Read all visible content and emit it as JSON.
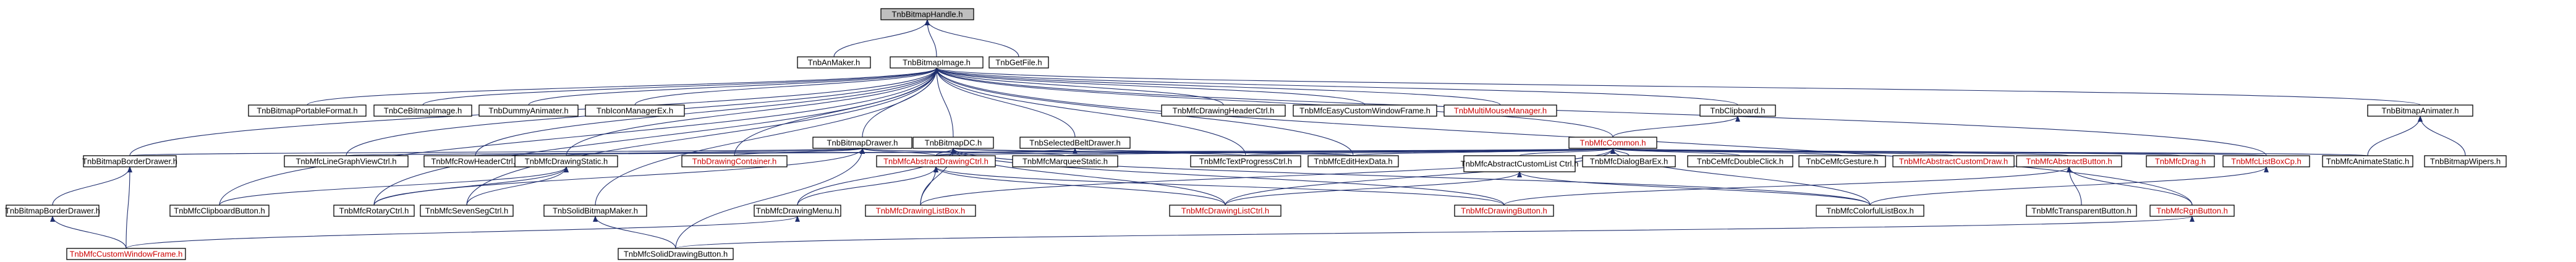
{
  "colors": {
    "edge": "#1f2e6e",
    "node_border": "#000000",
    "node_fill": "#ffffff",
    "root_fill": "#bfbfbf",
    "label_black": "#000000",
    "label_red": "#cc0000"
  },
  "nodes": [
    {
      "id": "n0",
      "label": "TnbBitmapHandle.h"
    },
    {
      "id": "n1",
      "label": "TnbAnMaker.h"
    },
    {
      "id": "n2",
      "label": "TnbBitmapImage.h"
    },
    {
      "id": "n3",
      "label": "TnbGetFile.h"
    },
    {
      "id": "n4",
      "label": "TnbBitmapPortableFormat.h"
    },
    {
      "id": "n5",
      "label": "TnbCeBitmapImage.h"
    },
    {
      "id": "n6",
      "label": "TnbDummyAnimater.h"
    },
    {
      "id": "n7",
      "label": "TnbIconManagerEx.h"
    },
    {
      "id": "n8",
      "label": "TnbMfcDrawingHeaderCtrl.h"
    },
    {
      "id": "n9",
      "label": "TnbMfcEasyCustomWindowFrame.h"
    },
    {
      "id": "n10",
      "label": "TnbMultiMouseManager.h"
    },
    {
      "id": "n11",
      "label": "TnbClipboard.h"
    },
    {
      "id": "n12",
      "label": "TnbBitmapAnimater.h"
    },
    {
      "id": "n13",
      "label": "TnbBitmapDrawer.h"
    },
    {
      "id": "n14",
      "label": "TnbBitmapDC.h"
    },
    {
      "id": "n15",
      "label": "TnbSelectedBeltDrawer.h"
    },
    {
      "id": "n16",
      "label": "TnbMfcCommon.h"
    },
    {
      "id": "n17",
      "label": "TnbBitmapBorderDrawer.h"
    },
    {
      "id": "n18",
      "label": "TnbBitmapBorderDrawer.h"
    },
    {
      "id": "n19",
      "label": "TnbMfcLineGraphViewCtrl.h"
    },
    {
      "id": "n20",
      "label": "TnbMfcRowHeaderCtrl.h"
    },
    {
      "id": "n21",
      "label": "TnbMfcDrawingStatic.h"
    },
    {
      "id": "n22",
      "label": "TnbDrawingContainer.h"
    },
    {
      "id": "n23",
      "label": "TnbMfcAbstractDrawingCtrl.h"
    },
    {
      "id": "n24",
      "label": "TnbMfcMarqueeStatic.h"
    },
    {
      "id": "n25",
      "label": "TnbMfcTextProgressCtrl.h"
    },
    {
      "id": "n26",
      "label": "TnbMfcEditHexData.h"
    },
    {
      "id": "n27",
      "label": "TnbMfcAbstractCustomList Ctrl.h"
    },
    {
      "id": "n28",
      "label": "TnbMfcDialogBarEx.h"
    },
    {
      "id": "n29",
      "label": "TnbCeMfcDoubleClick.h"
    },
    {
      "id": "n30",
      "label": "TnbCeMfcGesture.h"
    },
    {
      "id": "n31",
      "label": "TnbMfcAbstractCustomDraw.h"
    },
    {
      "id": "n32",
      "label": "TnbMfcAbstractButton.h"
    },
    {
      "id": "n33",
      "label": "TnbMfcDrag.h"
    },
    {
      "id": "n34",
      "label": "TnbMfcListBoxCp.h"
    },
    {
      "id": "n35",
      "label": "TnbMfcAnimateStatic.h"
    },
    {
      "id": "n36",
      "label": "TnbBitmapWipers.h"
    },
    {
      "id": "n37",
      "label": "TnbMfcClipboardButton.h"
    },
    {
      "id": "n38",
      "label": "TnbMfcRotaryCtrl.h"
    },
    {
      "id": "n39",
      "label": "TnbMfcSevenSegCtrl.h"
    },
    {
      "id": "n40",
      "label": "TnbSolidBitmapMaker.h"
    },
    {
      "id": "n41",
      "label": "TnbMfcDrawingMenu.h"
    },
    {
      "id": "n42",
      "label": "TnbMfcDrawingListBox.h"
    },
    {
      "id": "n43",
      "label": "TnbMfcDrawingListCtrl.h"
    },
    {
      "id": "n44",
      "label": "TnbMfcDrawingButton.h"
    },
    {
      "id": "n45",
      "label": "TnbMfcColorfulListBox.h"
    },
    {
      "id": "n46",
      "label": "TnbMfcTransparentButton.h"
    },
    {
      "id": "n47",
      "label": "TnbMfcRgnButton.h"
    },
    {
      "id": "n48",
      "label": "TnbMfcCustomWindowFrame.h"
    },
    {
      "id": "n49",
      "label": "TnbMfcSolidDrawingButton.h"
    }
  ]
}
